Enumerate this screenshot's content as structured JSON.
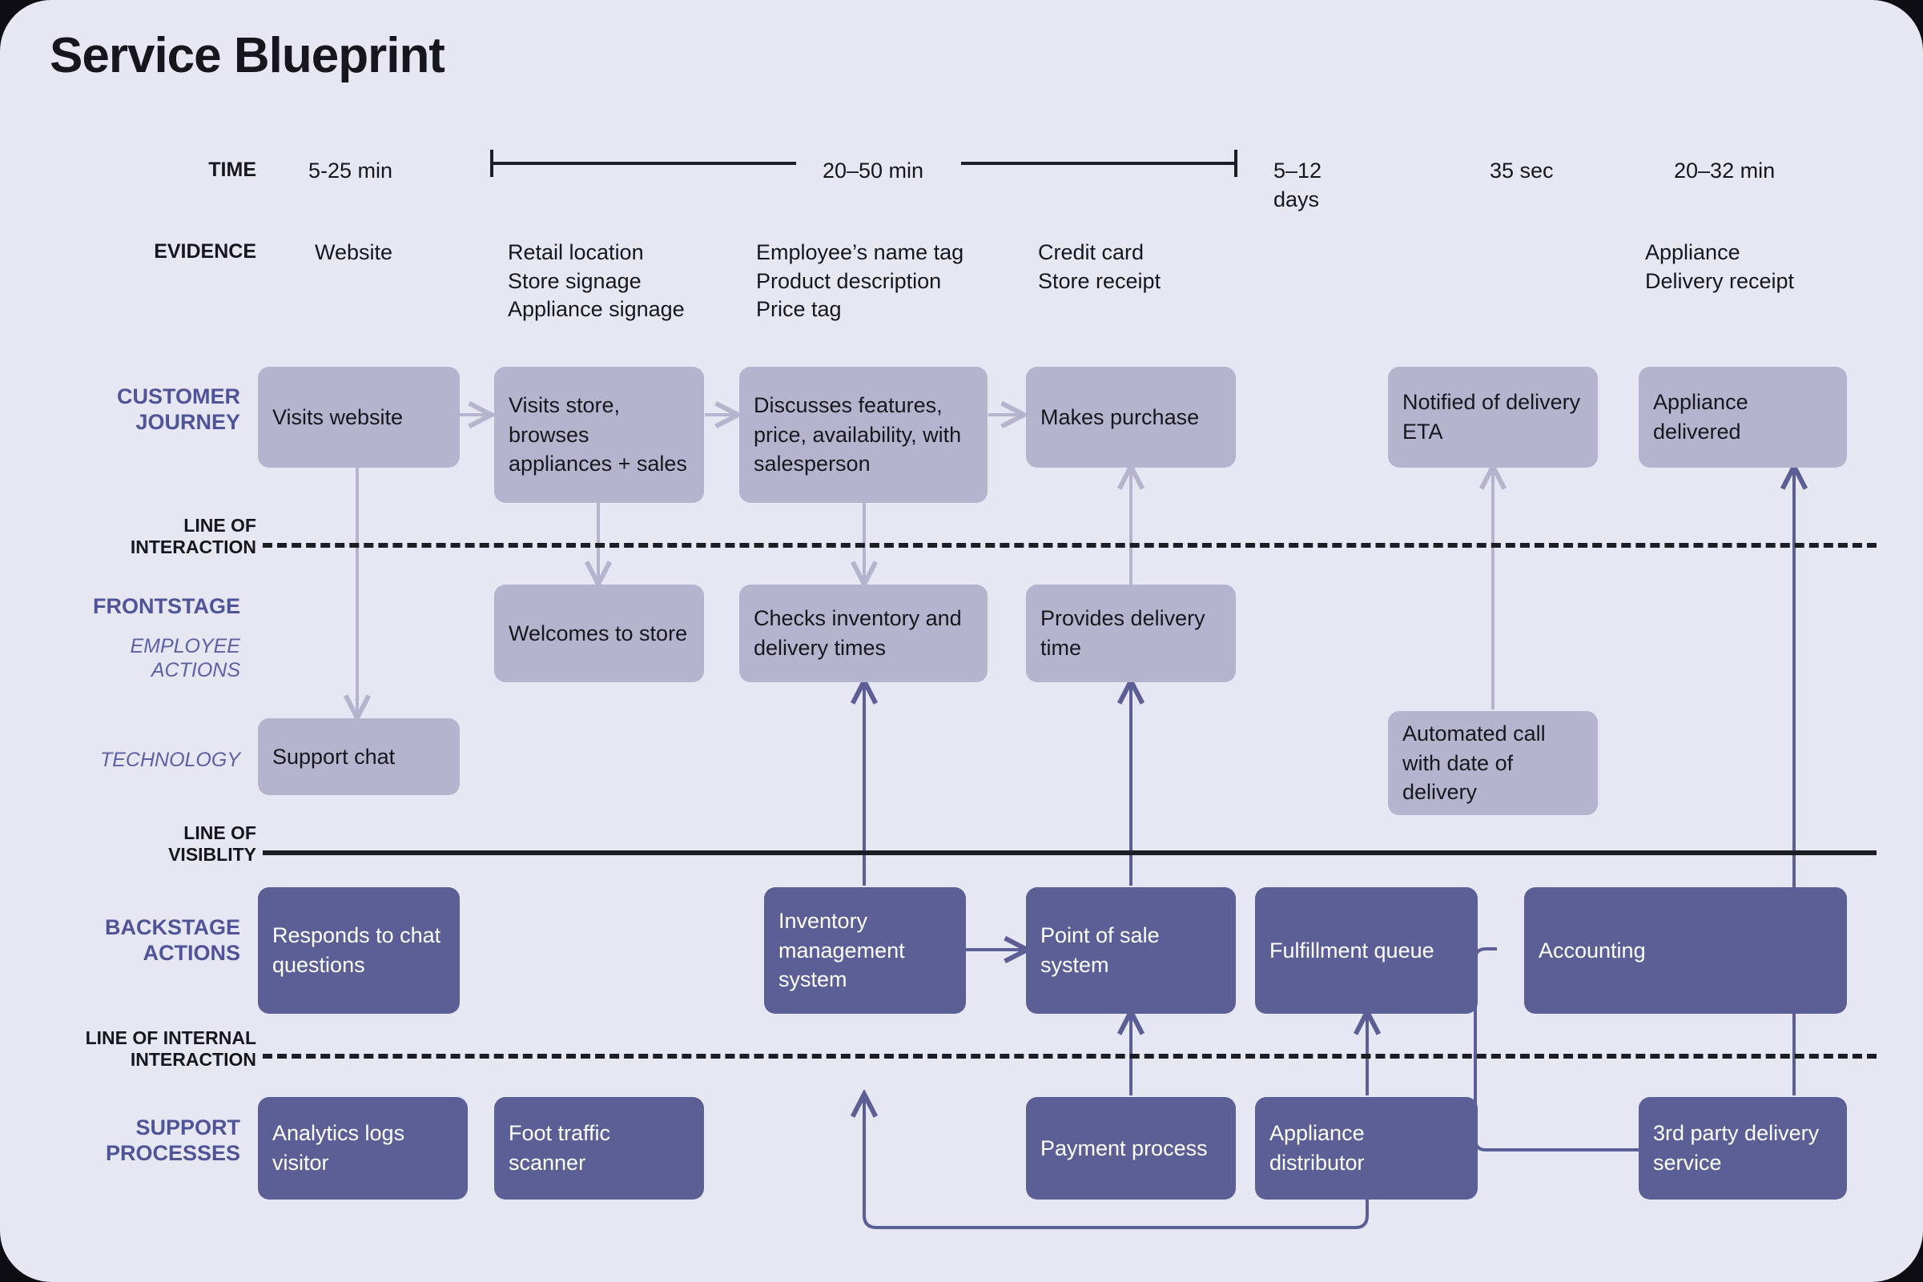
{
  "page": {
    "title": "Service Blueprint",
    "background": "#e7e7f3",
    "accent": "#4f5498",
    "node_light": "#b4b4cf",
    "node_dark": "#5b5f96",
    "line_color": "#1d1d24"
  },
  "header": {
    "time_label": "TIME",
    "evidence_label": "EVIDENCE",
    "times": [
      "5-25 min",
      "20–50 min",
      "5–12\ndays",
      "35 sec",
      "20–32 min"
    ],
    "time_bracket_label": "20–50 min",
    "evidence": [
      "Website",
      "Retail location\nStore signage\nAppliance signage",
      "Employee’s name tag\nProduct description\nPrice tag",
      "Credit card\nStore receipt",
      "Appliance\nDelivery receipt"
    ]
  },
  "rows": {
    "customer_journey": "CUSTOMER\nJOURNEY",
    "line_of_interaction": "LINE OF\nINTERACTION",
    "frontstage": "FRONTSTAGE",
    "employee_actions": "EMPLOYEE\nACTIONS",
    "technology": "TECHNOLOGY",
    "line_of_visibility": "LINE OF\nVISIBLITY",
    "backstage_actions": "BACKSTAGE\nACTIONS",
    "line_of_internal_interaction": "LINE OF INTERNAL\nINTERACTION",
    "support_processes": "SUPPORT\nPROCESSES"
  },
  "nodes": {
    "customer": [
      "Visits website",
      "Visits store, browses appliances + sales",
      "Discusses features, price, availability, with salesperson",
      "Makes purchase",
      "Notified of delivery ETA",
      "Appliance delivered"
    ],
    "frontstage": [
      "Welcomes to store",
      "Checks inventory and delivery times",
      "Provides delivery time"
    ],
    "technology": [
      "Support chat",
      "Automated call with date of delivery"
    ],
    "backstage": [
      "Responds to chat questions",
      "Inventory management system",
      "Point of sale system",
      "Fulfillment queue",
      "Accounting"
    ],
    "support": [
      "Analytics logs visitor",
      "Foot traffic scanner",
      "Payment process",
      "Appliance distributor",
      "3rd party delivery service"
    ]
  }
}
